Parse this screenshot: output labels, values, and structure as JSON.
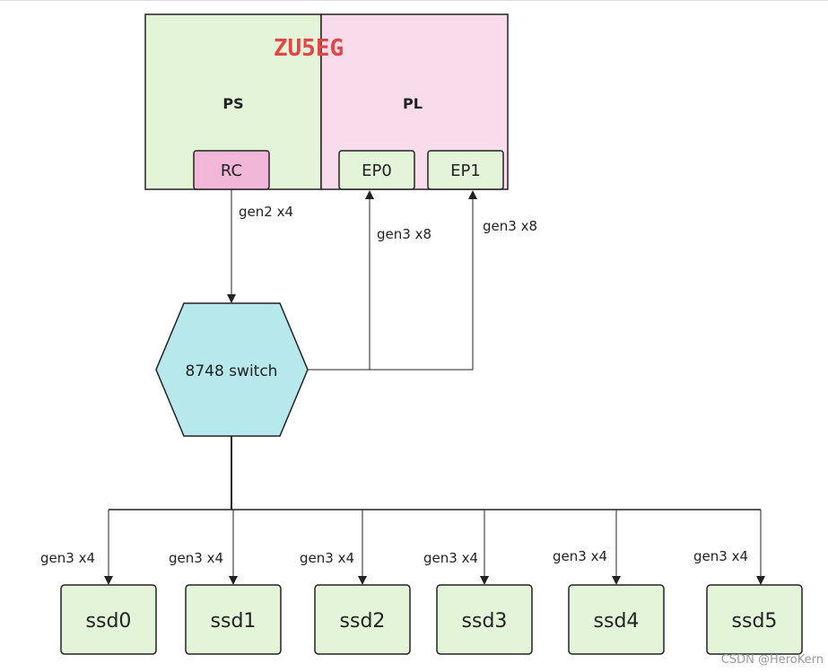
{
  "chip": {
    "title": "ZU5EG",
    "ps_label": "PS",
    "pl_label": "PL",
    "rc_label": "RC",
    "ep0_label": "EP0",
    "ep1_label": "EP1"
  },
  "switch": {
    "label": "8748 switch"
  },
  "links": {
    "rc_to_switch": "gen2 x4",
    "switch_to_ep0": "gen3 x8",
    "switch_to_ep1": "gen3 x8",
    "ssd_links": [
      "gen3 x4",
      "gen3 x4",
      "gen3 x4",
      "gen3 x4",
      "gen3 x4",
      "gen3 x4"
    ]
  },
  "ssds": [
    "ssd0",
    "ssd1",
    "ssd2",
    "ssd3",
    "ssd4",
    "ssd5"
  ],
  "watermark": "CSDN @HeroKern",
  "colors": {
    "ps_fill": "#e3f4d9",
    "pl_fill": "#f8dcec",
    "rc_fill": "#f2b6d8",
    "ep_fill": "#e3f4d9",
    "switch_fill": "#b7e8ec",
    "ssd_fill": "#e3f4d9",
    "title": "#e14646"
  }
}
